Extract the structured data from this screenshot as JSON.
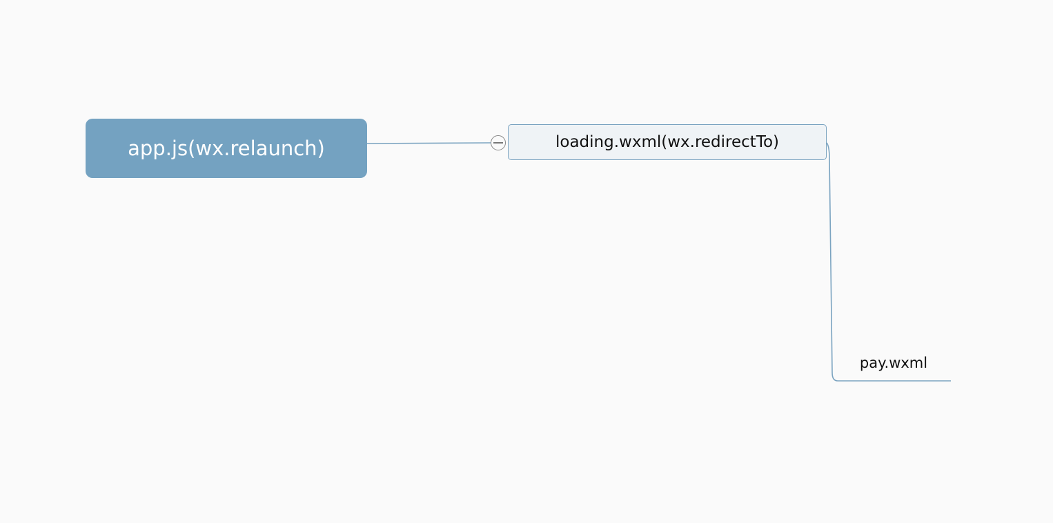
{
  "root": {
    "label": "app.js(wx.relaunch)"
  },
  "children": [
    {
      "label": "loading.wxml(wx.redirectTo)",
      "children": [
        {
          "label": "pay.wxml"
        }
      ]
    }
  ],
  "colors": {
    "root_fill": "#74a2c1",
    "line": "#7aa3c0",
    "child_fill": "#eff3f6",
    "background": "#fafafa"
  }
}
